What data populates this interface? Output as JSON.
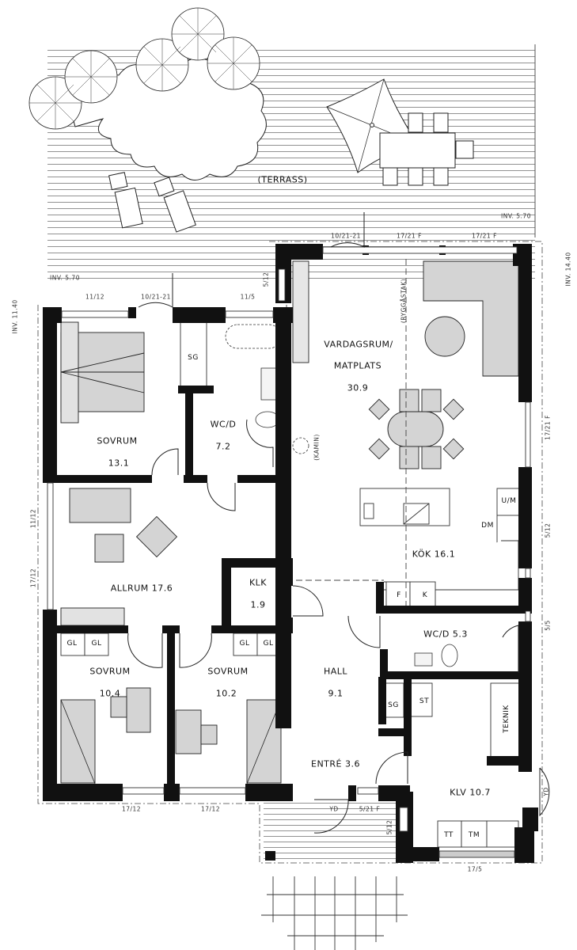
{
  "plan": {
    "terrace_label": "(TERRASS)",
    "levels": {
      "terrace_right": "INV. 5.70",
      "terrace_left": "INV. 5.70",
      "left_side": "INV. 11.40",
      "right_side": "INV. 14.40"
    },
    "rooms": [
      {
        "id": "sovrum-1",
        "name": "SOVRUM",
        "area": "13.1"
      },
      {
        "id": "wc-d-1",
        "name": "WC/D",
        "area": "7.2"
      },
      {
        "id": "vardagsrum",
        "name": "VARDAGSRUM/",
        "name2": "MATPLATS",
        "area": "30.9"
      },
      {
        "id": "allrum",
        "name": "ALLRUM 17.6"
      },
      {
        "id": "kok",
        "name": "KÖK 16.1"
      },
      {
        "id": "klk",
        "name": "KLK",
        "area": "1.9"
      },
      {
        "id": "wc-d-2",
        "name": "WC/D 5.3"
      },
      {
        "id": "sovrum-2",
        "name": "SOVRUM",
        "area": "10.4"
      },
      {
        "id": "sovrum-3",
        "name": "SOVRUM",
        "area": "10.2"
      },
      {
        "id": "hall",
        "name": "HALL",
        "area": "9.1"
      },
      {
        "id": "entre",
        "name": "ENTRÉ 3.6"
      },
      {
        "id": "klv",
        "name": "KLV 10.7"
      }
    ],
    "fixtures": {
      "sg": "SG",
      "gl": "GL",
      "st": "ST",
      "teknik": "TEKNIK",
      "um": "U/M",
      "dm": "DM",
      "f": "F",
      "k": "K",
      "tt": "TT",
      "tm": "TM",
      "yd": "YD",
      "kamin": "(KAMIN)",
      "ryggastak": "(RYGGÅSTAK)"
    },
    "openings": {
      "top_door": "10/21-21",
      "top_win_1": "17/21 F",
      "top_win_2": "17/21 F",
      "left_top_win": "11/12",
      "left_top_door": "10/21-21",
      "left_top_win_2": "11/5",
      "wall_5_12_top": "5/12",
      "right_win_tall": "17/21 F",
      "right_win_5_12": "5/12",
      "right_win_5_5": "5/5",
      "west_win_1": "11/12",
      "west_win_2": "17/12",
      "south_win_1": "17/12",
      "south_win_2": "17/12",
      "entry_door": "5/21 F",
      "entry_side_win": "5/12",
      "klv_win": "17/5"
    }
  }
}
